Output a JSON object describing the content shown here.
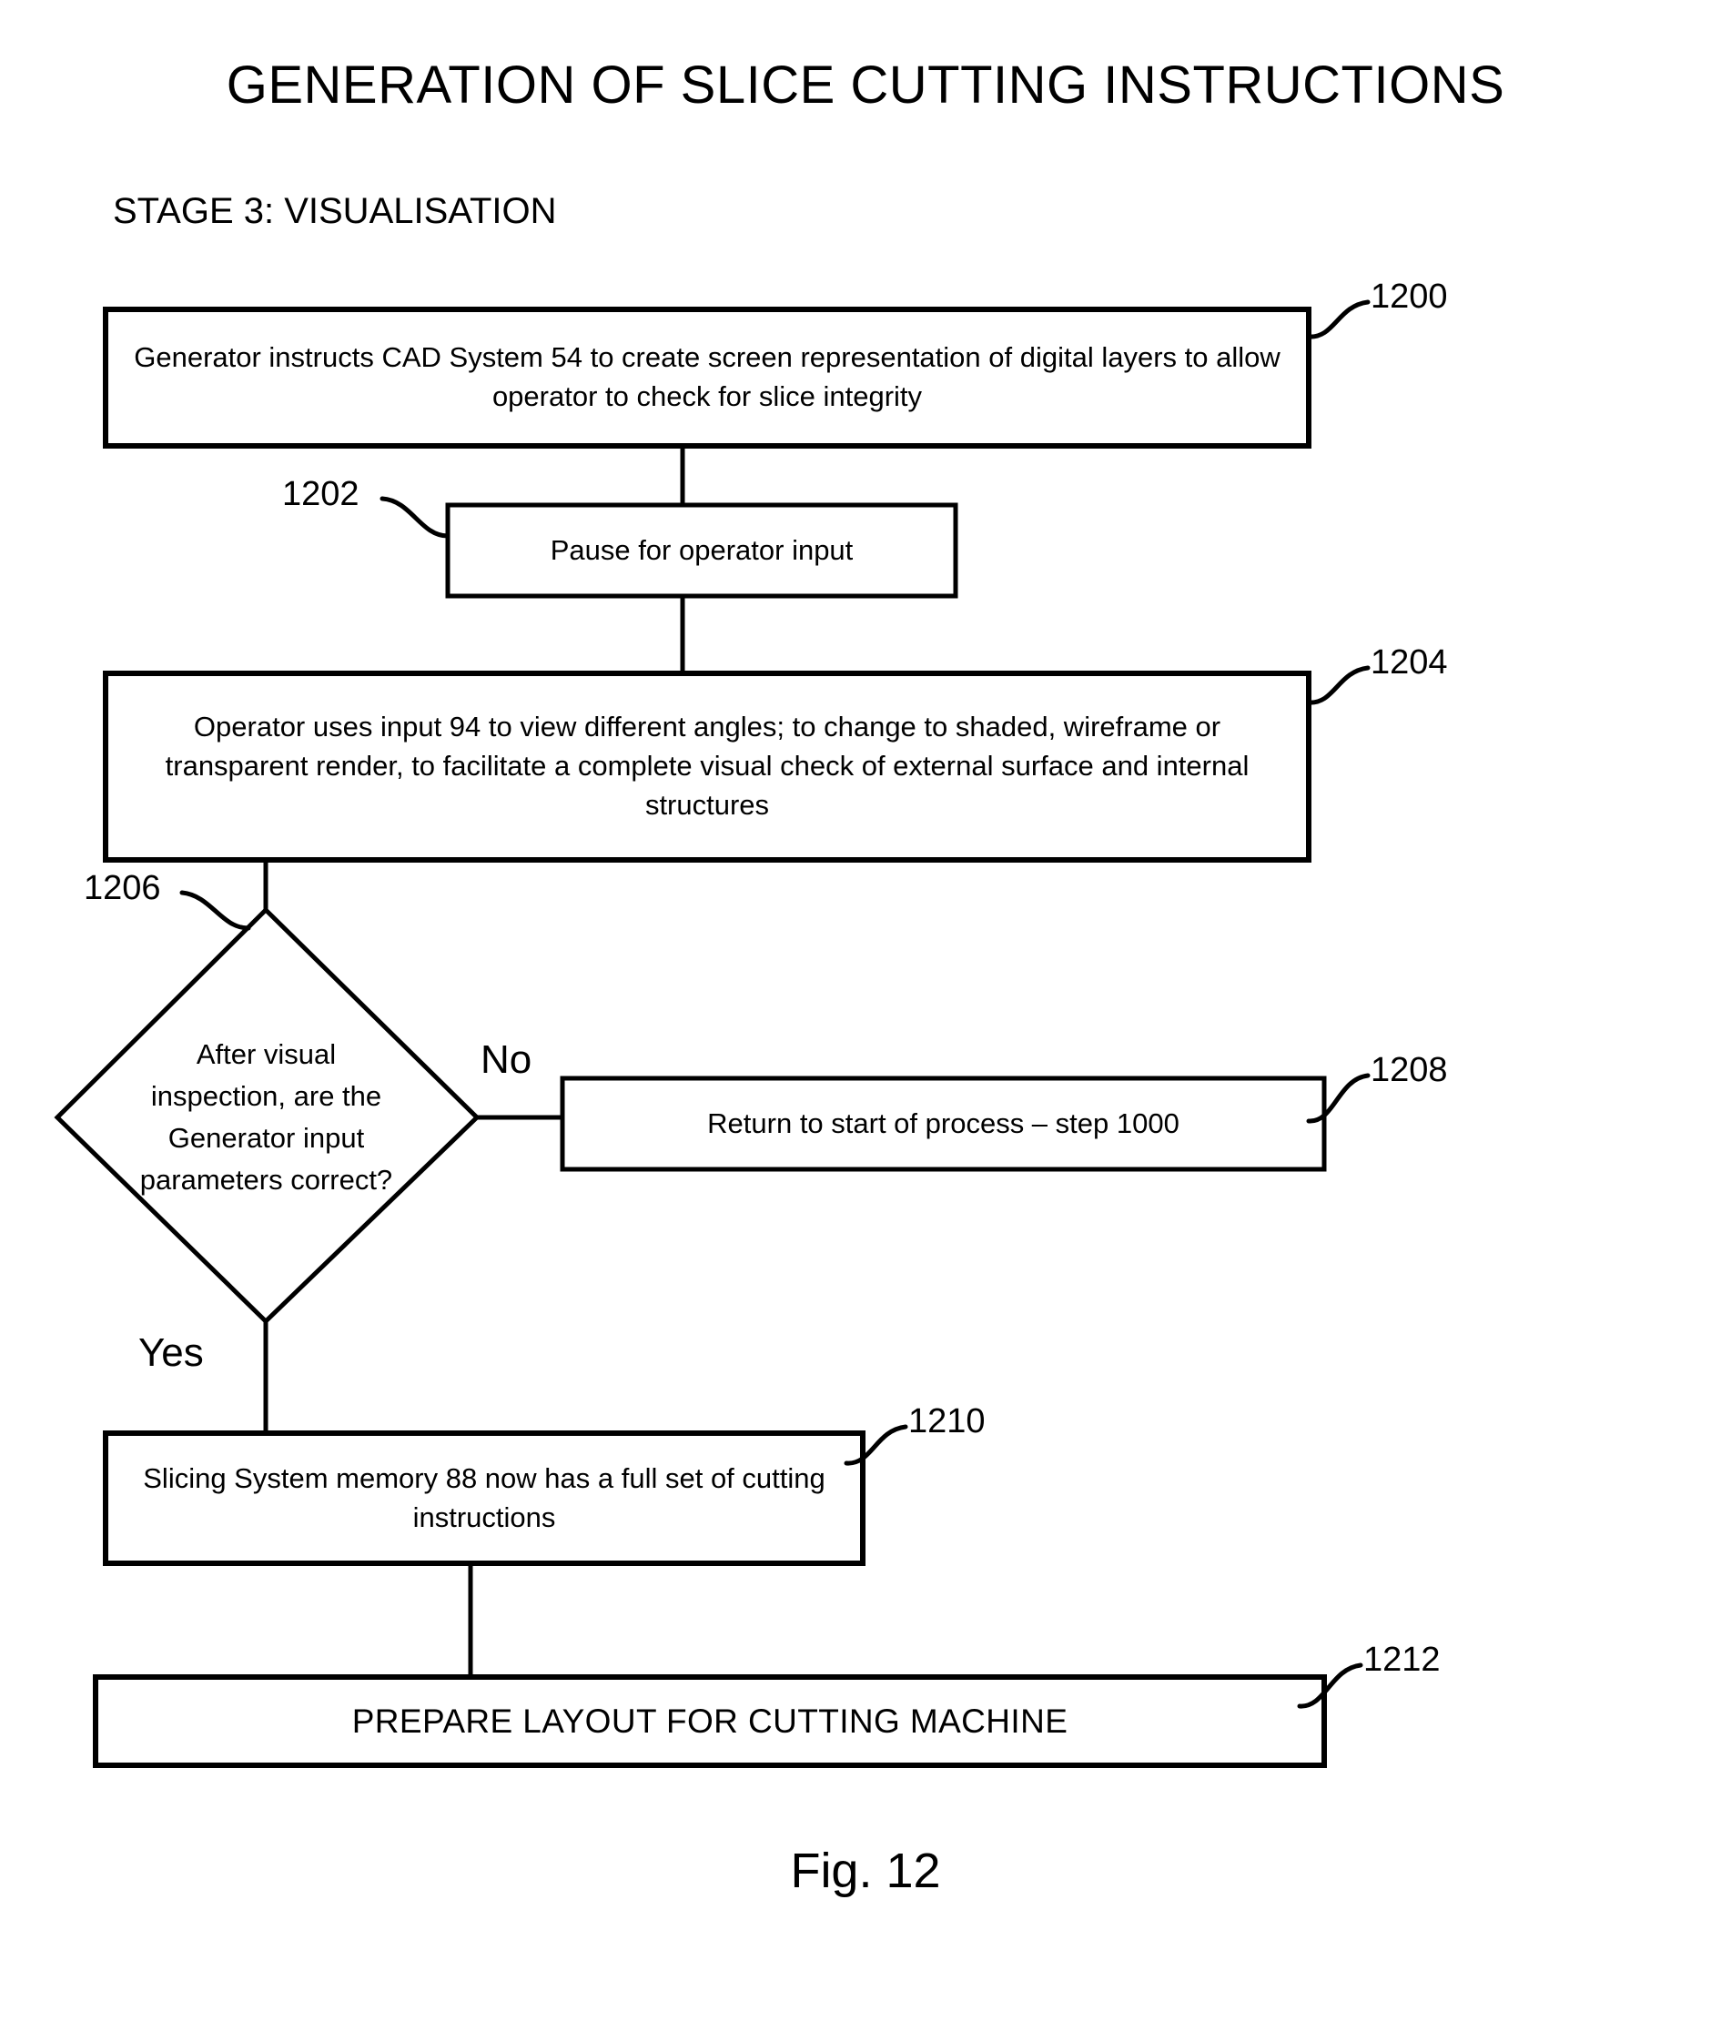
{
  "figure": {
    "title": "GENERATION OF SLICE CUTTING INSTRUCTIONS",
    "stage_label": "STAGE 3: VISUALISATION",
    "caption": "Fig. 12"
  },
  "nodes": {
    "n1200": {
      "ref": "1200",
      "text": "Generator instructs CAD System 54 to create  screen representation of digital layers to allow operator to check for slice integrity"
    },
    "n1202": {
      "ref": "1202",
      "text": "Pause for operator input"
    },
    "n1204": {
      "ref": "1204",
      "text": "Operator uses input 94 to view different angles; to change to  shaded, wireframe or transparent render, to facilitate a complete visual check of external surface and internal structures"
    },
    "n1206": {
      "ref": "1206",
      "text": "After visual inspection, are the Generator input parameters correct?"
    },
    "n1208": {
      "ref": "1208",
      "text": "Return to start of process – step 1000"
    },
    "n1210": {
      "ref": "1210",
      "text": "Slicing System memory 88 now has a full set of cutting instructions"
    },
    "n1212": {
      "ref": "1212",
      "text": "PREPARE LAYOUT FOR  CUTTING MACHINE"
    }
  },
  "branches": {
    "no_label": "No",
    "yes_label": "Yes"
  },
  "style": {
    "ink": "#000000",
    "paper": "#ffffff"
  }
}
